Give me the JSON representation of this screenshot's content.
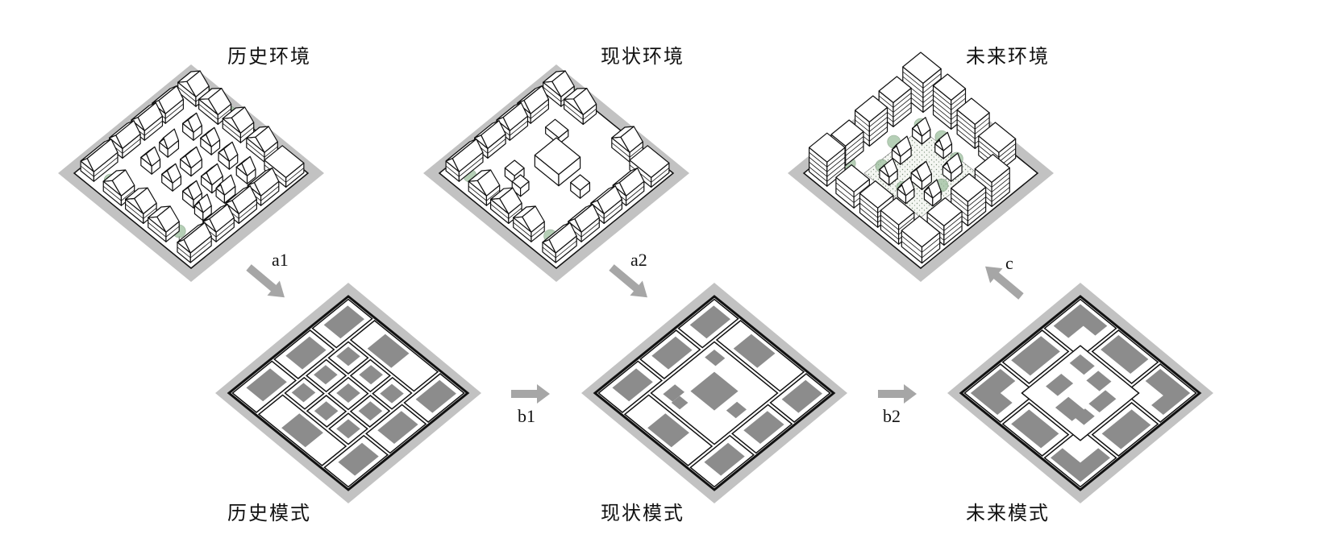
{
  "titles": {
    "historic_env": "历史环境",
    "current_env": "现状环境",
    "future_env": "未来环境",
    "historic_pattern": "历史模式",
    "current_pattern": "现状模式",
    "future_pattern": "未来模式"
  },
  "arrows": {
    "a1": "a1",
    "a2": "a2",
    "b1": "b1",
    "b2": "b2",
    "c": "c"
  },
  "colors": {
    "frame_gray": "#bdbdbd",
    "block_fill": "#8c8c8c",
    "arrow_gray": "#a6a6a6",
    "tree_green": "#9dbf9e",
    "outline": "#111111"
  },
  "icons": [
    "isometric-block-icon",
    "building-icon",
    "tree-icon",
    "arrow-icon"
  ]
}
